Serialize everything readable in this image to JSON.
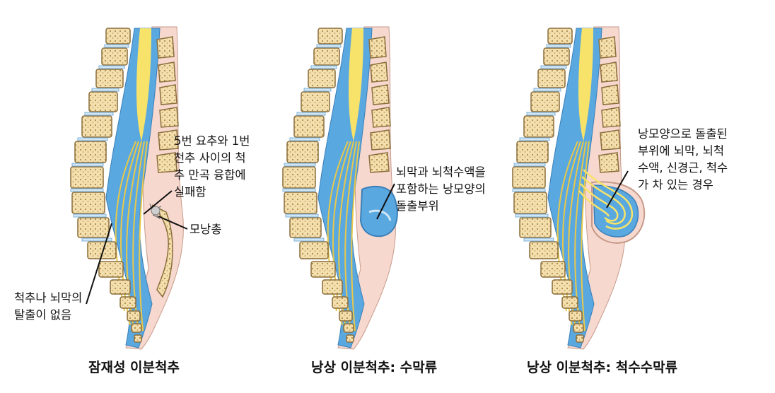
{
  "panels": [
    {
      "caption": "잠재성 이분척추",
      "labels": {
        "fusion": [
          "5번 요추와 1번",
          "천추 사이의 척",
          "추 만곡 융합에",
          "실패함"
        ],
        "hair": [
          "모낭총"
        ],
        "no_protrusion": [
          "척추나 뇌막의",
          "탈출이 없음"
        ]
      }
    },
    {
      "caption": "낭상 이분척추: 수막류",
      "labels": {
        "sac": [
          "뇌막과 뇌척수액을",
          "포함하는 낭모양의",
          "돌출부위"
        ]
      }
    },
    {
      "caption": "낭상 이분척추: 척수수막류",
      "labels": {
        "sac": [
          "낭모양으로 돌출된",
          "부위에 뇌막, 뇌척",
          "수액, 신경근, 척수",
          "가 차 있는 경우"
        ]
      }
    }
  ],
  "colors": {
    "vertebra_fill": "#f3dfae",
    "vertebra_outline": "#8a6d3a",
    "dura_pink": "#f6d8cf",
    "csf_blue": "#5aa8e0",
    "cord_yellow": "#f7e36a",
    "nerve_yellow": "#e8c84a"
  }
}
